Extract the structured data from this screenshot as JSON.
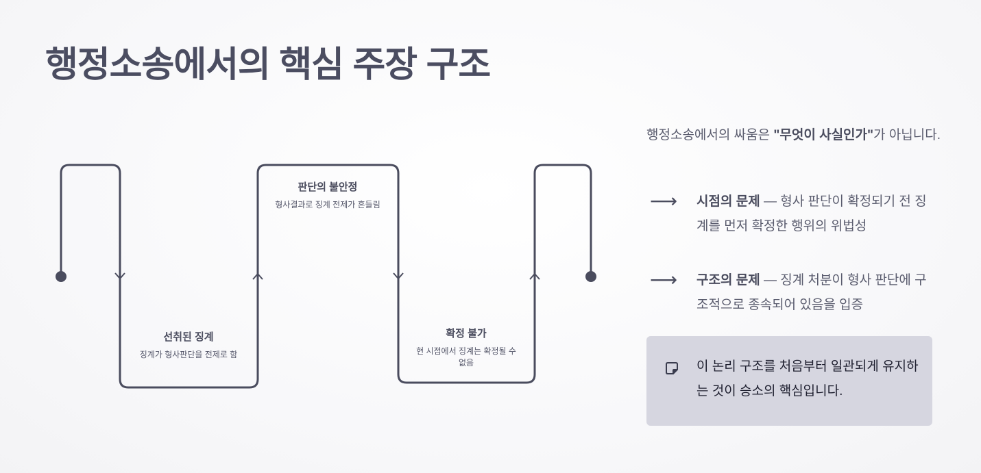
{
  "title": "행정소송에서의 핵심 주장 구조",
  "flow": {
    "nodes": [
      {
        "heading": "선취된 징계",
        "desc": "징계가 형사판단을 전제로 함"
      },
      {
        "heading": "판단의 불안정",
        "desc": "형사결과로 징계 전제가 흔들림"
      },
      {
        "heading": "확정 불가",
        "desc": "현 시점에서 징계는 확정될 수 없음"
      }
    ],
    "line_color": "#4a4c5e"
  },
  "intro": {
    "prefix": "행정소송에서의 싸움은 ",
    "emphasis": "\"무엇이 사실인가\"",
    "suffix": "가 아닙니다."
  },
  "points": [
    {
      "icon": "arrow-right-icon",
      "title": "시점의 문제",
      "text": " — 형사 판단이 확정되기 전 징계를 먼저 확정한 행위의 위법성"
    },
    {
      "icon": "arrow-right-icon",
      "title": "구조의 문제",
      "text": " — 징계 처분이 형사 판단에 구조적으로 종속되어 있음을 입증"
    }
  ],
  "note": {
    "icon": "sticky-note-icon",
    "text": "이 논리 구조를 처음부터 일관되게 유지하는 것이 승소의 핵심입니다.",
    "background": "#d6d6e0"
  }
}
